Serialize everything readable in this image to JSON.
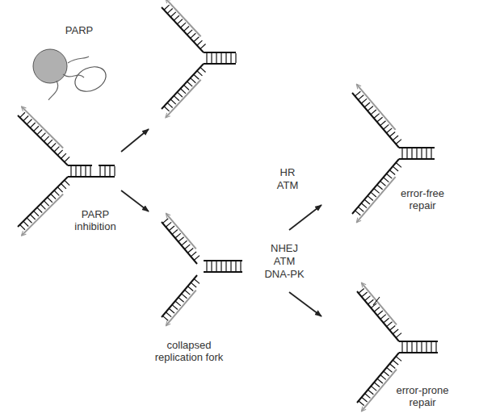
{
  "diagram": {
    "labels": [
      "PARP",
      "PARP inhibition",
      "collapsed replication fork",
      "HR",
      "ATM",
      "NHEJ",
      "ATM",
      "DNA-PK",
      "error-free repair",
      "error-prone repair"
    ]
  }
}
